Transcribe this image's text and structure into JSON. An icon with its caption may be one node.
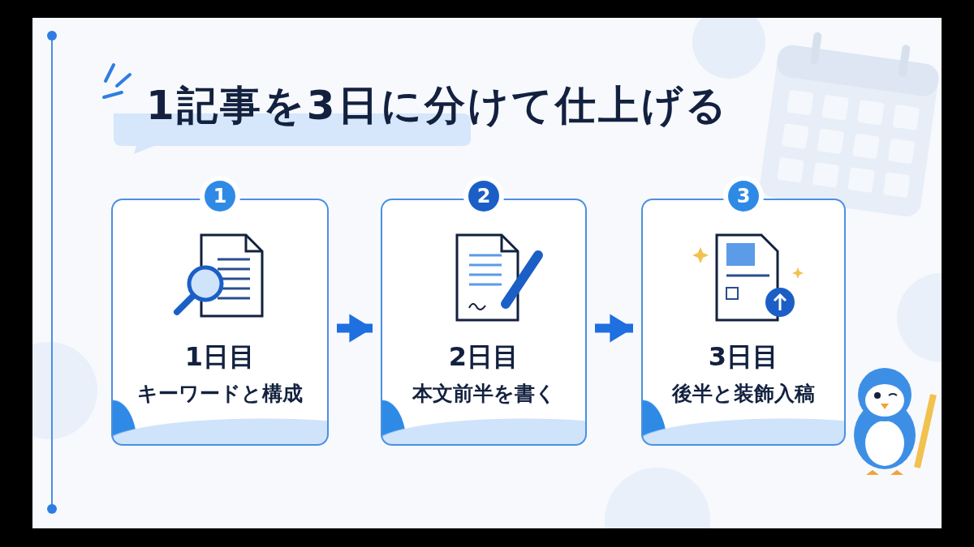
{
  "diagram": {
    "title": "1記事を3日に分けて仕上げる",
    "nodes": [
      {
        "text": [
          "1",
          "1日目",
          "キーワードと構成"
        ]
      },
      {
        "text": [
          "2",
          "2日目",
          "本文前半を書く"
        ]
      },
      {
        "text": [
          "3",
          "3日目",
          "後半と装飾入稿"
        ]
      }
    ],
    "edges": [
      {
        "from": 0,
        "to": 1,
        "arrow": "to"
      },
      {
        "from": 1,
        "to": 2,
        "arrow": "to"
      }
    ]
  }
}
